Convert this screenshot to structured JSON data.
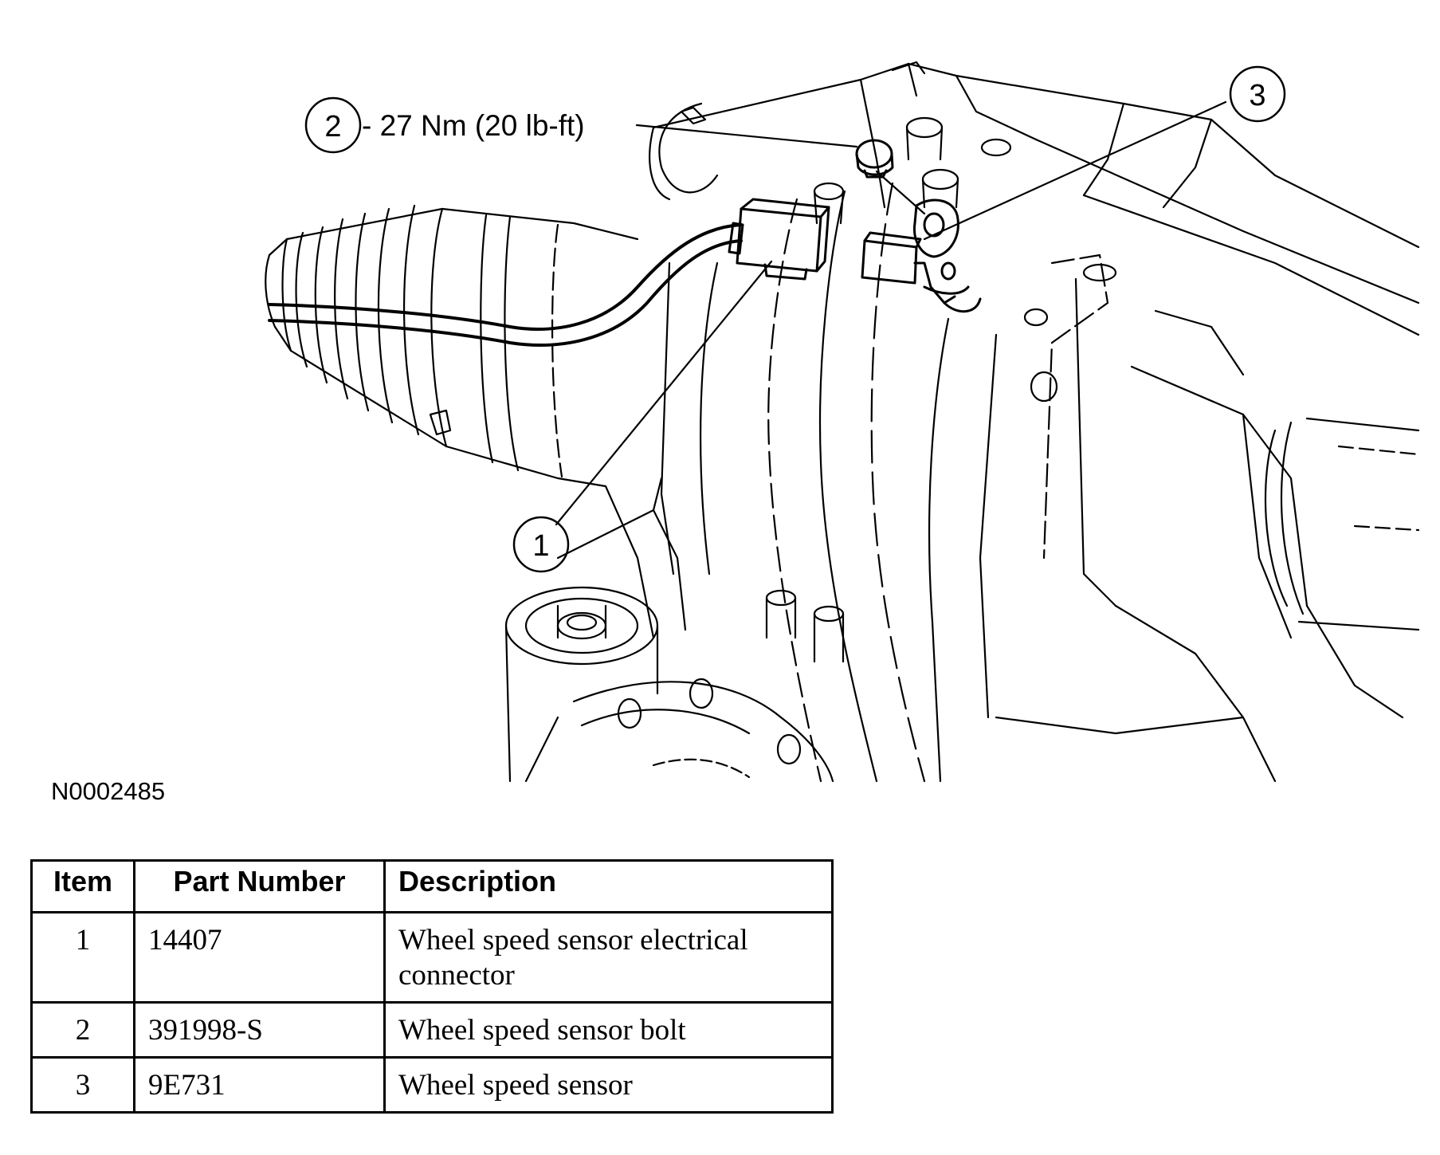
{
  "callouts": {
    "item1": "1",
    "item2": "2",
    "item3": "3",
    "torque": "- 27 Nm (20 lb-ft)"
  },
  "figure_id": "N0002485",
  "table": {
    "headers": {
      "item": "Item",
      "part_number": "Part Number",
      "description": "Description"
    },
    "rows": [
      {
        "item": "1",
        "part_number": "14407",
        "description": "Wheel speed sensor electrical connector"
      },
      {
        "item": "2",
        "part_number": "391998-S",
        "description": "Wheel speed sensor bolt"
      },
      {
        "item": "3",
        "part_number": "9E731",
        "description": "Wheel speed sensor"
      }
    ]
  }
}
